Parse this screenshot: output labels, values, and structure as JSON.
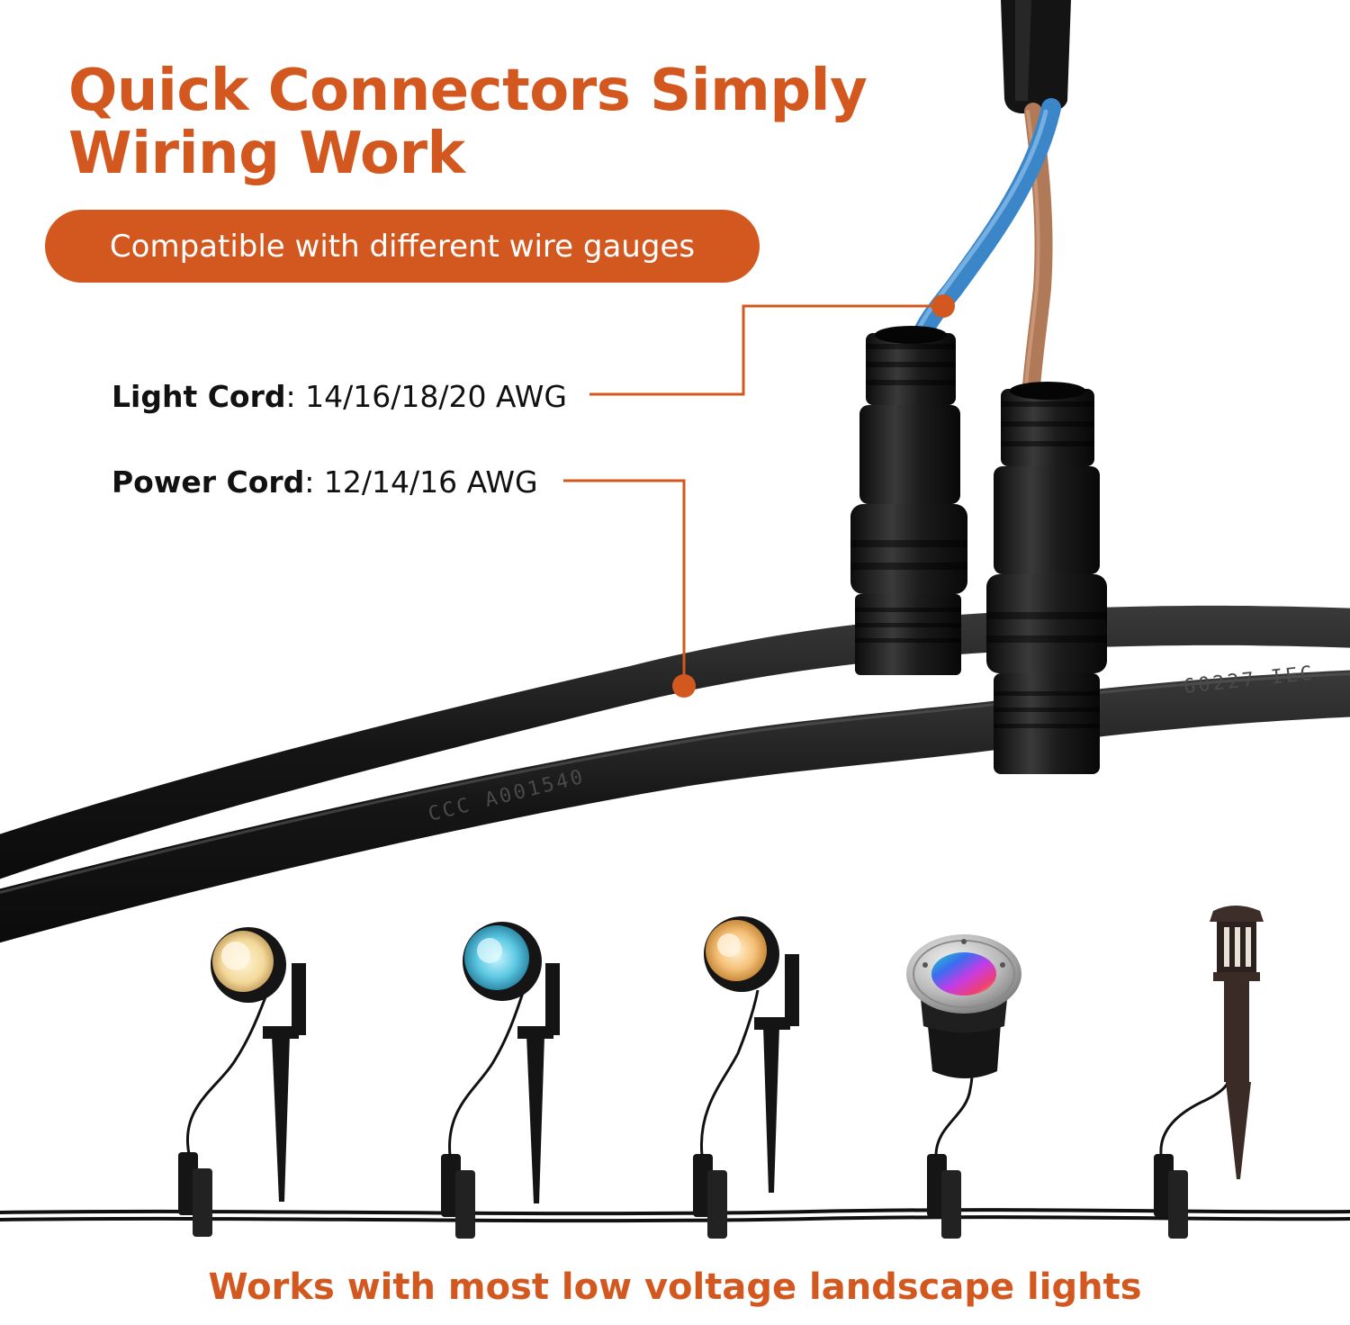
{
  "title": {
    "line1": "Quick Connectors Simply",
    "line2": "Wiring Work"
  },
  "badge": {
    "text": "Compatible with different wire gauges"
  },
  "specs": {
    "light": {
      "label": "Light Cord",
      "value": ": 14/16/18/20 AWG"
    },
    "power": {
      "label": "Power Cord",
      "value": ": 12/14/16 AWG"
    }
  },
  "cable_markings": {
    "left": "CCC  A001540",
    "right": "60227  IEC"
  },
  "footer": {
    "text": "Works with most low voltage landscape lights"
  },
  "colors": {
    "accent": "#d3581f",
    "cable": "#1a1a1a",
    "wire_blue": "#3b86c9",
    "wire_brown": "#b07a58"
  },
  "lights": [
    {
      "type": "spotlight",
      "lens": "warm-white"
    },
    {
      "type": "spotlight",
      "lens": "cyan"
    },
    {
      "type": "spotlight",
      "lens": "amber"
    },
    {
      "type": "in-ground light",
      "lens": "rgb"
    },
    {
      "type": "path light",
      "lens": "none"
    }
  ]
}
